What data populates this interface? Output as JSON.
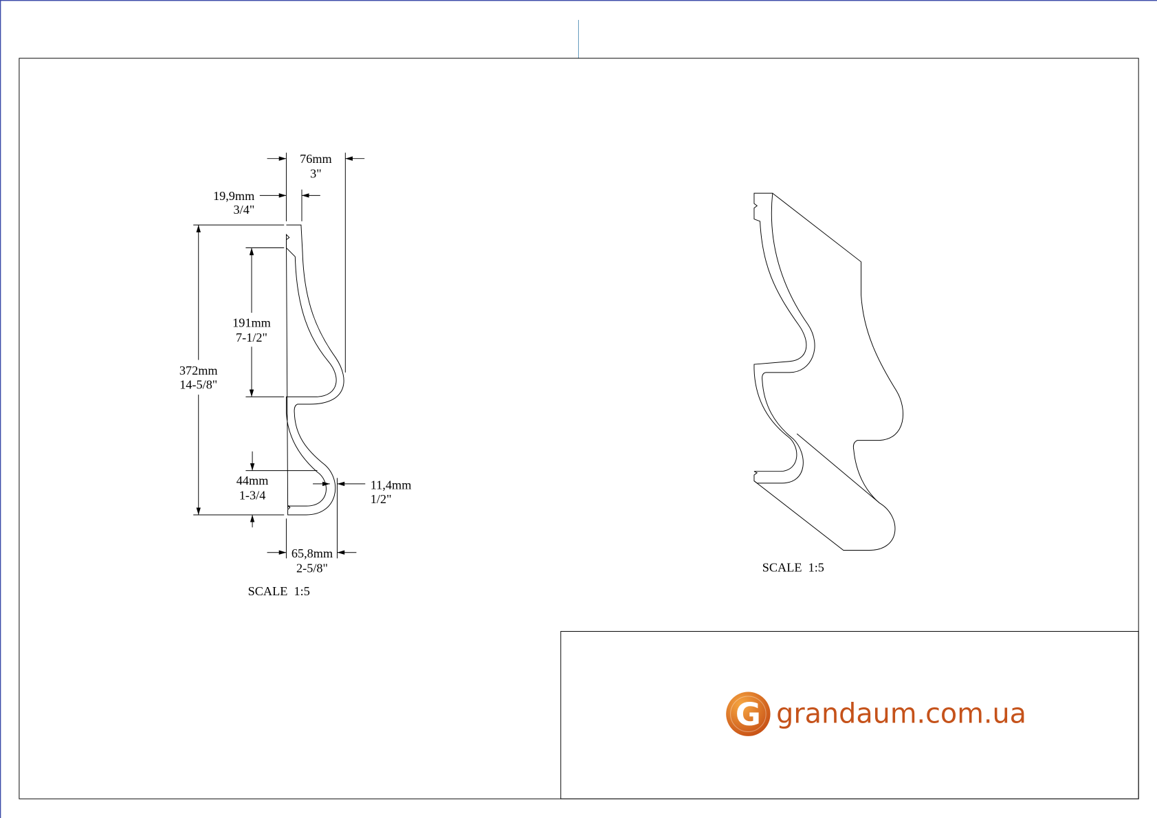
{
  "colors": {
    "page_edge": "#3b4aa8",
    "center_mark": "#6a9ec0",
    "logo": "#c5521a",
    "logo_light": "#f39a3a"
  },
  "profile_view": {
    "width_total": {
      "mm": "76mm",
      "inch": "3\""
    },
    "thickness": {
      "mm": "19,9mm",
      "inch": "3/4\""
    },
    "height_total": {
      "mm": "372mm",
      "inch": "14-5/8\""
    },
    "upper_section": {
      "mm": "191mm",
      "inch": "7-1/2\""
    },
    "lower_section": {
      "mm": "44mm",
      "inch": "1-3/4"
    },
    "projection": {
      "mm": "11,4mm",
      "inch": "1/2\""
    },
    "base_width": {
      "mm": "65,8mm",
      "inch": "2-5/8\""
    },
    "scale": "SCALE  1:5"
  },
  "iso_view": {
    "scale": "SCALE  1:5"
  },
  "title_block": {
    "logo_letter": "G",
    "website": "grandaum.com.ua"
  }
}
